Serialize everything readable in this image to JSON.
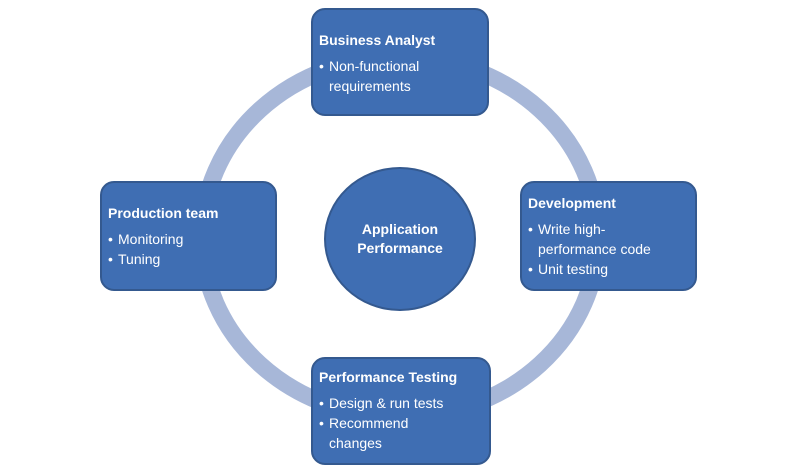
{
  "center": {
    "line1": "Application",
    "line2": "Performance"
  },
  "boxes": {
    "business_analyst": {
      "title": "Business Analyst",
      "items": [
        "Non-functional",
        "requirements"
      ]
    },
    "development": {
      "title": "Development",
      "items": [
        "Write high-",
        "performance code",
        "Unit testing"
      ]
    },
    "production_team": {
      "title": "Production team",
      "items": [
        "Monitoring",
        "Tuning"
      ]
    },
    "performance_testing": {
      "title": "Performance Testing",
      "items": [
        "Design & run tests",
        "Recommend",
        "changes"
      ]
    }
  },
  "colors": {
    "box_fill": "#3f6eb3",
    "box_border": "#34598f",
    "ring": "#a7b7d8",
    "text": "#ffffff"
  }
}
